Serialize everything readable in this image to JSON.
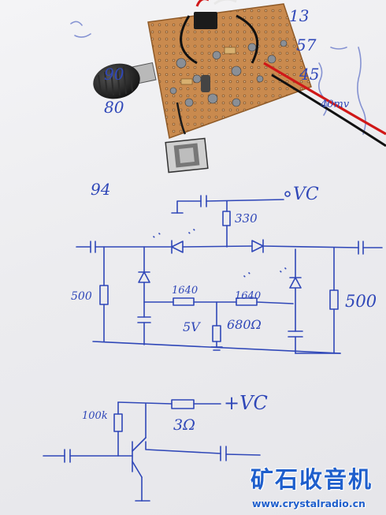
{
  "photo": {
    "subject": "hand-drawn schematic on paper with perfboard"
  },
  "handwriting": {
    "top_left_a": "90",
    "top_left_b": "80",
    "top_right_a": "13",
    "top_right_b": "57",
    "top_right_c": "45",
    "top_right_d": "40mv",
    "page_number": "94",
    "vc_top": "VC",
    "r_330": "330",
    "r_500_left": "500",
    "r_500_right": "500",
    "r_1640_left": "1640",
    "r_1640_right": "1640",
    "zener_5v": "5V",
    "r_680": "680Ω",
    "r_100k": "100k",
    "vc_bottom": "+VC",
    "r_3ohm": "3Ω"
  },
  "watermark": {
    "text_cn": "矿石收音机",
    "url": "www.crystalradio.cn"
  },
  "colors": {
    "ink": "#2f47b8",
    "watermark": "#1f5fcc",
    "board": "#c98a4e"
  }
}
